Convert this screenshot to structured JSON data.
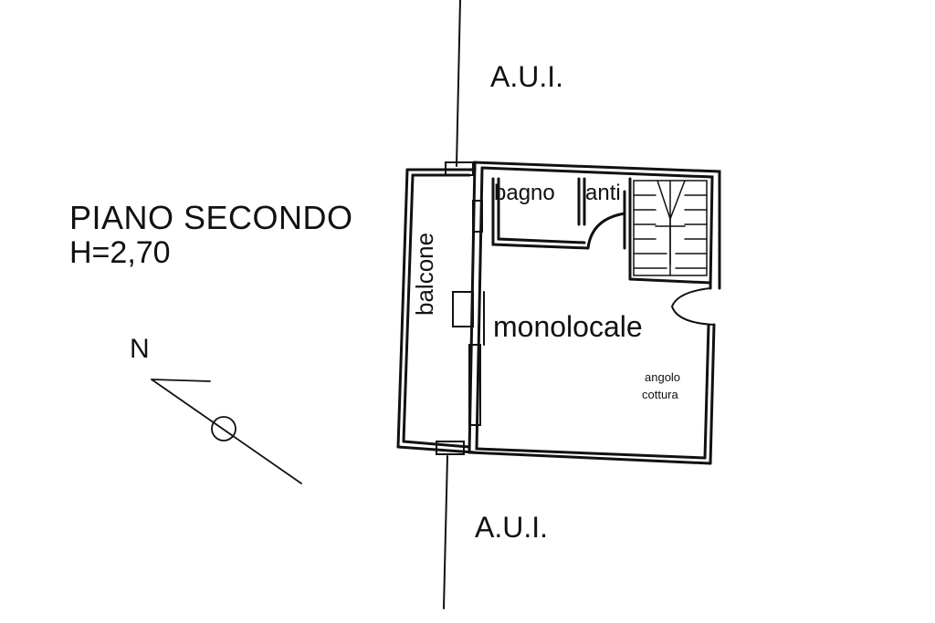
{
  "labels": {
    "aui_top": "A.U.I.",
    "aui_bottom": "A.U.I.",
    "floor_title": "PIANO SECONDO",
    "floor_height": "H=2,70",
    "north": "N"
  },
  "rooms": {
    "bagno": "bagno",
    "anti": "anti",
    "balcone": "balcone",
    "monolocale": "monolocale",
    "angolo": "angolo",
    "cottura": "cottura"
  },
  "colors": {
    "ink": "#111111",
    "paper": "#ffffff"
  }
}
